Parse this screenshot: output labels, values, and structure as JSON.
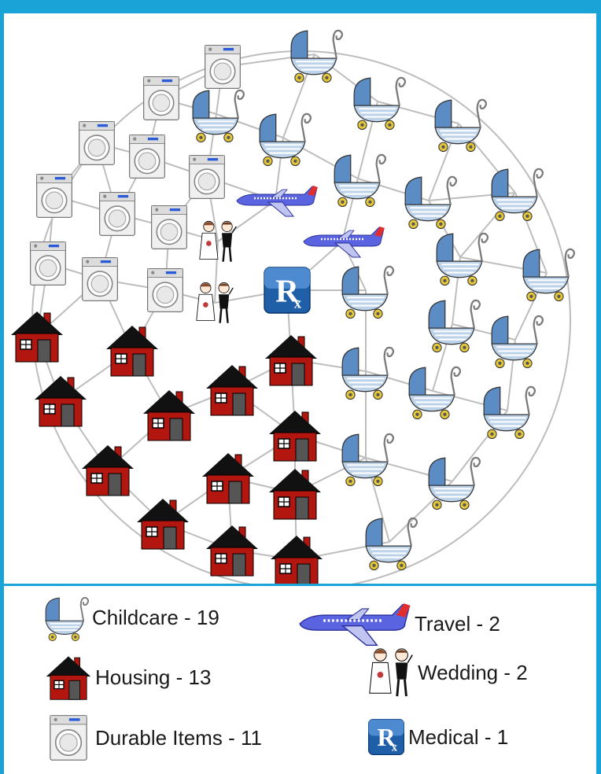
{
  "colors": {
    "frame": "#1aa3d6",
    "edge": "#bdbdbd",
    "stroller_body": "#bcd3ea",
    "stroller_stripe": "#ffffff",
    "stroller_handle": "#7a7a7a",
    "stroller_wheel": "#e4c83a",
    "house_roof": "#111111",
    "house_wall": "#b3160f",
    "house_door": "#555555",
    "washer": "#f0f0f0",
    "plane_body": "#5a63e0",
    "plane_tail": "#e02d2d",
    "rx_bg": "#1f5fa8"
  },
  "network": {
    "node_counts": {
      "childcare": 19,
      "housing": 13,
      "durable": 11,
      "travel": 2,
      "wedding": 2,
      "medical": 1
    },
    "icons": {
      "childcare": "baby-stroller-icon",
      "housing": "red-house-icon",
      "durable": "washing-machine-icon",
      "travel": "airplane-icon",
      "wedding": "bride-groom-icon",
      "medical": "rx-icon"
    }
  },
  "legend": [
    {
      "key": "childcare",
      "label": "Childcare - 19",
      "icon": "baby-stroller-icon"
    },
    {
      "key": "travel",
      "label": "Travel - 2",
      "icon": "airplane-icon"
    },
    {
      "key": "housing",
      "label": "Housing - 13",
      "icon": "red-house-icon"
    },
    {
      "key": "wedding",
      "label": "Wedding - 2",
      "icon": "bride-groom-icon"
    },
    {
      "key": "durable",
      "label": "Durable Items - 11",
      "icon": "washing-machine-icon"
    },
    {
      "key": "medical",
      "label": "Medical - 1",
      "icon": "rx-icon"
    }
  ]
}
